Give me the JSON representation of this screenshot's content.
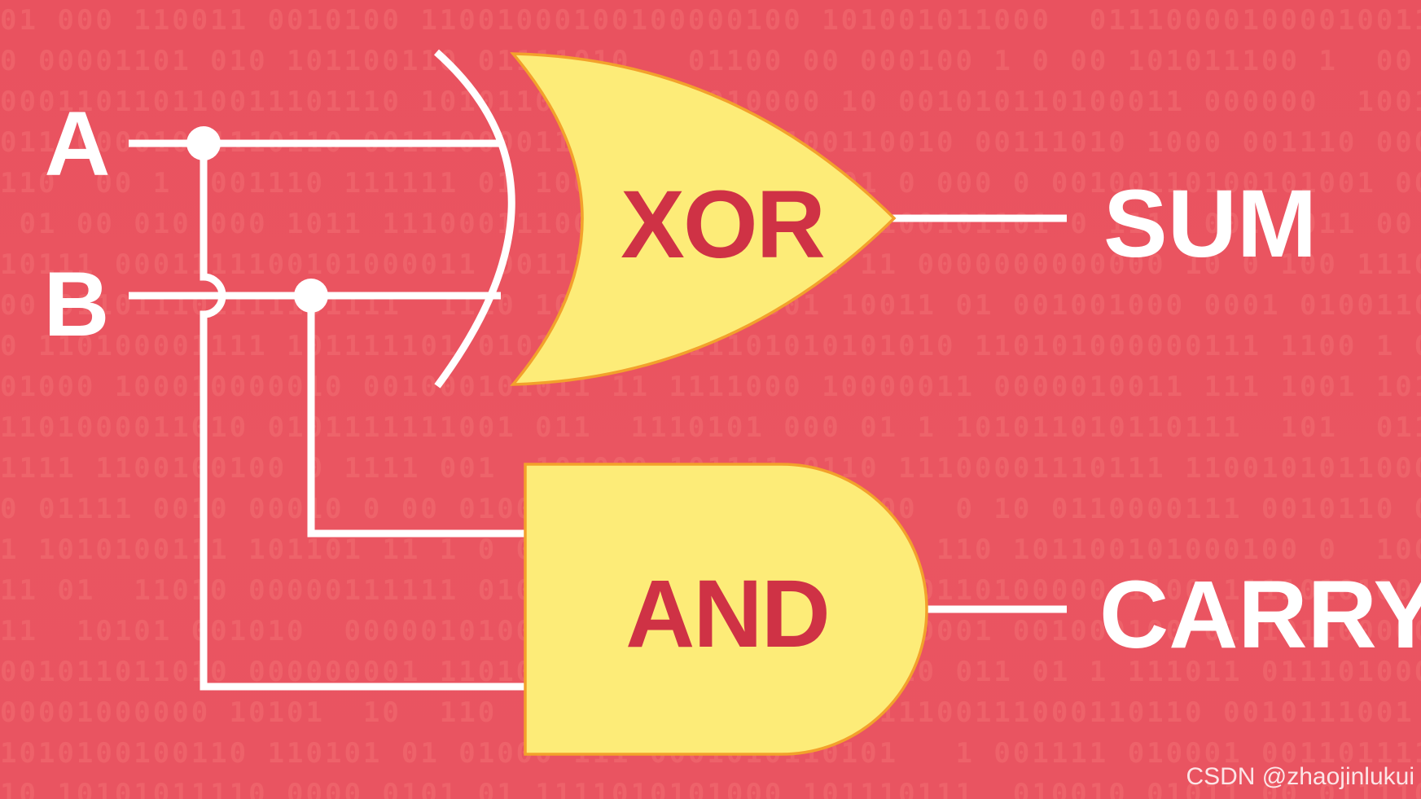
{
  "diagram": {
    "gates": {
      "xor": {
        "label": "XOR"
      },
      "and": {
        "label": "AND"
      }
    },
    "inputs": {
      "a": {
        "label": "A"
      },
      "b": {
        "label": "B"
      }
    },
    "outputs": {
      "sum": {
        "label": "SUM"
      },
      "carry": {
        "label": "CARRY"
      }
    }
  },
  "watermark": "CSDN @zhaojinlukui",
  "colors": {
    "background": "#e9525f",
    "gate_fill": "#fdec78",
    "gate_stroke": "#f3a12b",
    "gate_text": "#cf3245",
    "wire": "#ffffff"
  }
}
